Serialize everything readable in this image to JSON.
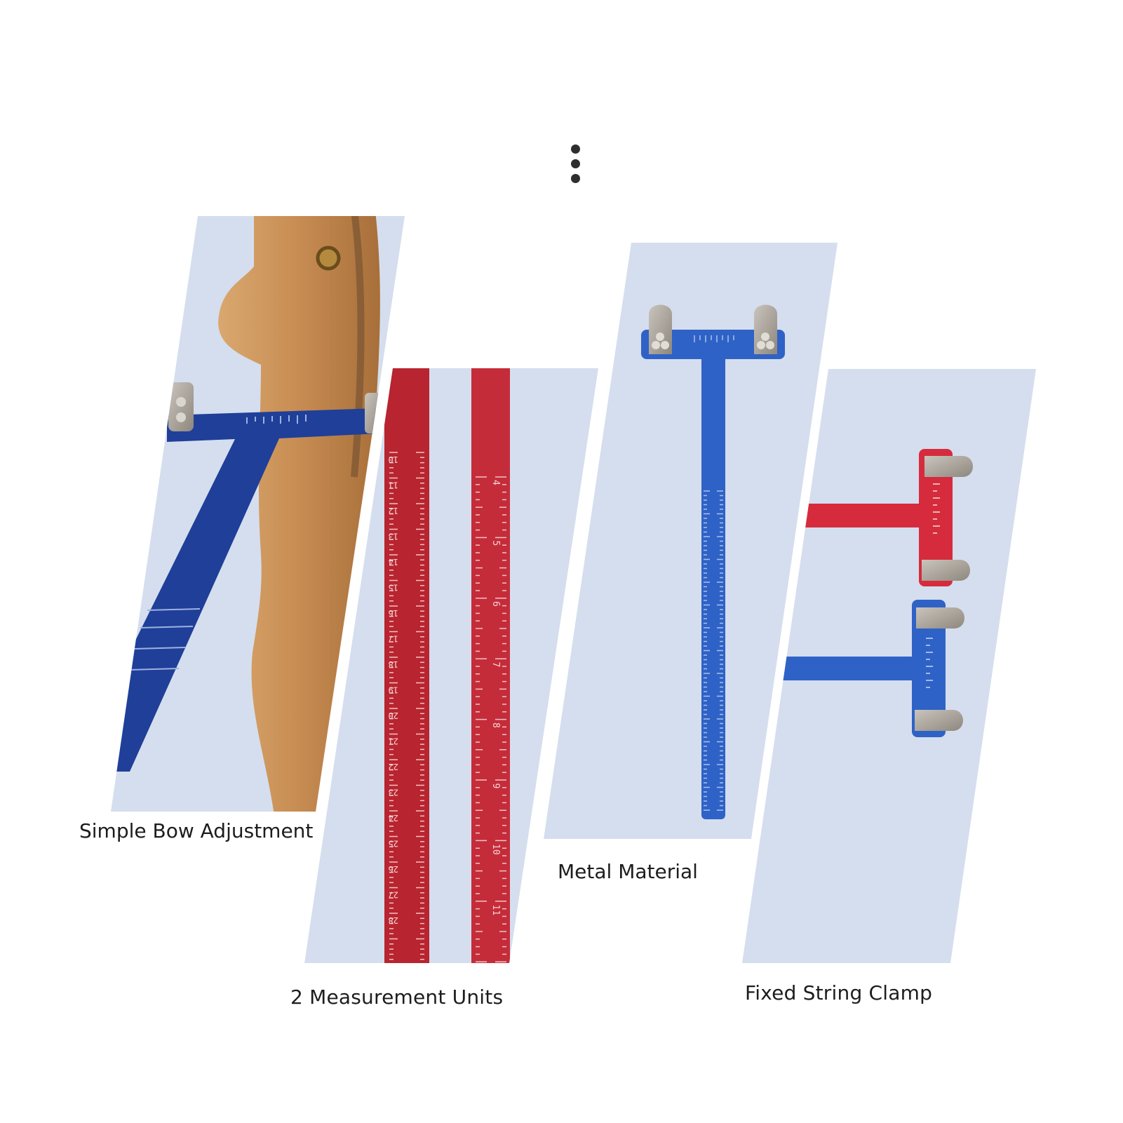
{
  "menu": {
    "icon": "more-vertical-icon"
  },
  "panels": [
    {
      "id": "bow-adjustment",
      "caption": "Simple Bow Adjustment"
    },
    {
      "id": "measurement-units",
      "caption": "2 Measurement Units"
    },
    {
      "id": "metal-material",
      "caption": "Metal Material"
    },
    {
      "id": "string-clamp",
      "caption": "Fixed String Clamp"
    }
  ],
  "colors": {
    "panel_bg": "#d5deee",
    "blue_ruler": "#1f3f99",
    "bright_blue": "#2f62c6",
    "red_ruler": "#b8242f",
    "bright_red": "#d62b3c",
    "wood": "#c98f55",
    "clip_metal": "#a9a39b"
  },
  "ruler_numbers": {
    "red_cm": [
      "10",
      "11",
      "12",
      "13",
      "14",
      "15",
      "16",
      "17",
      "18",
      "19",
      "20",
      "21",
      "22",
      "23",
      "24",
      "25",
      "26",
      "27",
      "28"
    ],
    "red_inch": [
      "4",
      "5",
      "6",
      "7",
      "8",
      "9",
      "10",
      "11"
    ]
  }
}
